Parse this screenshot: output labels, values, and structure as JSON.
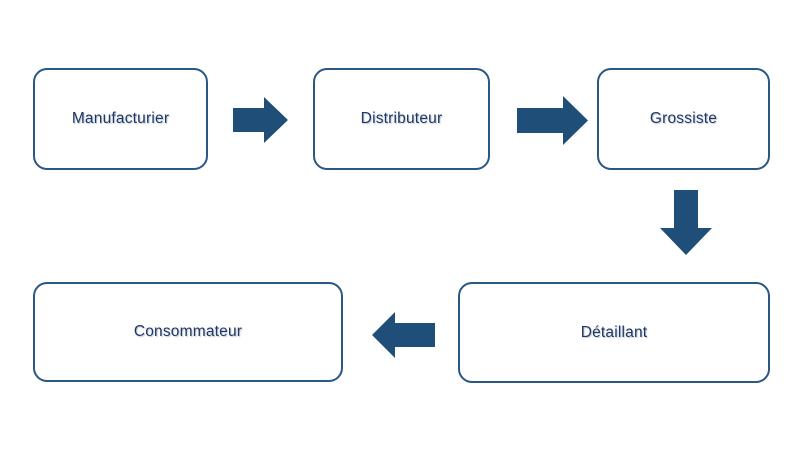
{
  "colors": {
    "background": "#FFFFFF",
    "box_fill": "#FFFFFF",
    "box_border": "#2A5783",
    "arrow_fill": "#1F4E79",
    "label_text": "#1F3864"
  },
  "diagram": {
    "type": "flowchart",
    "nodes": [
      {
        "id": "manufacturier",
        "label": "Manufacturier"
      },
      {
        "id": "distributeur",
        "label": "Distributeur"
      },
      {
        "id": "grossiste",
        "label": "Grossiste"
      },
      {
        "id": "detaillant",
        "label": "Détaillant"
      },
      {
        "id": "consommateur",
        "label": "Consommateur"
      }
    ],
    "arrows": [
      {
        "from": "manufacturier",
        "to": "distributeur",
        "direction": "right"
      },
      {
        "from": "distributeur",
        "to": "grossiste",
        "direction": "right"
      },
      {
        "from": "grossiste",
        "to": "detaillant",
        "direction": "down"
      },
      {
        "from": "detaillant",
        "to": "consommateur",
        "direction": "left"
      }
    ]
  }
}
